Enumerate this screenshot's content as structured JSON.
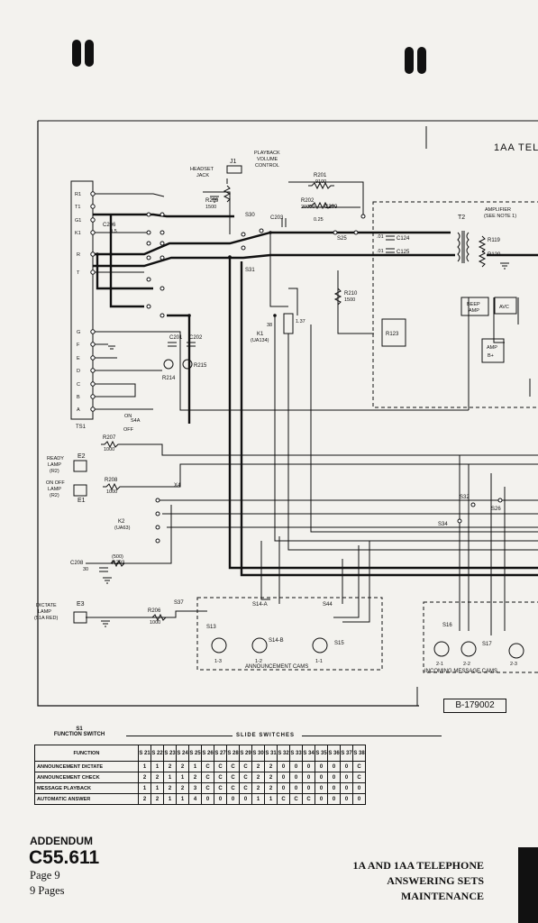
{
  "header": {
    "title": "1AA TEL"
  },
  "labels": {
    "headset_jack": [
      "HEADSET",
      "JACK"
    ],
    "playback_volume": [
      "PLAYBACK",
      "VOLUME",
      "CONTROL"
    ],
    "j1": "J1",
    "r209": "R209",
    "r209v": "1500",
    "r201": "R201",
    "r201v": "9100",
    "r202": "R202",
    "r202v": "20000",
    "c209": "C209",
    "c209v": "0.25",
    "c203": "C203",
    "s30": "S30",
    "s25": "S25",
    "s31": "S31",
    "r210": "R210",
    "r210v": "1500",
    "amplifier": [
      "AMPLIFIER",
      "(SEE NOTE 1)"
    ],
    "t2": "T2",
    "c124": "C124",
    "c125": "C125",
    "c124v": ".01",
    "c125v": ".01",
    "r119": "R119",
    "r120": "R120",
    "beep_amp": [
      "BEEP",
      "AMP"
    ],
    "avc": "AVC",
    "amp_bplus": [
      "AMP",
      "B+"
    ],
    "r123": "R123",
    "k1": "K1",
    "k1type": "(UA134)",
    "k1c": "1.37",
    "k1a": "38",
    "ts1": "TS1",
    "ts_terms": [
      "R1",
      "T1",
      "G1",
      "K1",
      "R",
      "T",
      "G",
      "F",
      "E",
      "D",
      "C",
      "B",
      "A"
    ],
    "c206": "C206",
    "c206v": "0.5",
    "c201": "C201",
    "c202": "C202",
    "r214": "R214",
    "r215": "R215",
    "s4a": "S4A",
    "on": "ON",
    "off": "OFF",
    "ready_lamp": [
      "READY",
      "LAMP",
      "(R2)"
    ],
    "e2": "E2",
    "r207": "R207",
    "r207v": "1000",
    "onoff_lamp": [
      "ON OFF",
      "LAMP",
      "(R2)"
    ],
    "e1": "E1",
    "r208": "R208",
    "r208v": "1000",
    "x4": "X4",
    "k2": "K2",
    "k2type": "(UA63)",
    "c208": "C208",
    "c208v": "30",
    "r203": "R203",
    "r203v": "(500)",
    "dictate_lamp": [
      "DICTATE",
      "LAMP",
      "(51A RED)"
    ],
    "e3": "E3",
    "r206": "R206",
    "r206v": "1000",
    "s37": "S37",
    "s13": "S13",
    "s14a": "S14-A",
    "s14b": "S14-B",
    "s44": "S44",
    "s15": "S15",
    "cam_a": [
      "1-3",
      "1-2",
      "1-1"
    ],
    "announcement_cams": "ANNOUNCEMENT CAMS",
    "s32": "S32",
    "s26": "S26",
    "s34": "S34",
    "s16": "S16",
    "s17": "S17",
    "cam_b": [
      "2-1",
      "2-2",
      "2-3"
    ],
    "incoming_cams": "INCOMING MESSAGE CAMS",
    "drawing_no": "B-179002"
  },
  "table": {
    "function_switch_label": [
      "S1",
      "FUNCTION SWITCH"
    ],
    "slide_switches_label": "SLIDE    SWITCHES",
    "column_header": "FUNCTION",
    "columns": [
      "S 21",
      "S 22",
      "S 23",
      "S 24",
      "S 25",
      "S 26",
      "S 27",
      "S 28",
      "S 29",
      "S 30",
      "S 31",
      "S 32",
      "S 33",
      "S 34",
      "S 35",
      "S 36",
      "S 37",
      "S 38"
    ],
    "rows": [
      {
        "name": "ANNOUNCEMENT DICTATE",
        "values": [
          "1",
          "1",
          "2",
          "2",
          "1",
          "C",
          "C",
          "C",
          "C",
          "2",
          "2",
          "0",
          "0",
          "0",
          "0",
          "0",
          "0",
          "C"
        ]
      },
      {
        "name": "ANNOUNCEMENT CHECK",
        "values": [
          "2",
          "2",
          "1",
          "1",
          "2",
          "C",
          "C",
          "C",
          "C",
          "2",
          "2",
          "0",
          "0",
          "0",
          "0",
          "0",
          "0",
          "C"
        ]
      },
      {
        "name": "MESSAGE PLAYBACK",
        "values": [
          "1",
          "1",
          "2",
          "2",
          "3",
          "C",
          "C",
          "C",
          "C",
          "2",
          "2",
          "0",
          "0",
          "0",
          "0",
          "0",
          "0",
          "0"
        ]
      },
      {
        "name": "AUTOMATIC ANSWER",
        "values": [
          "2",
          "2",
          "1",
          "1",
          "4",
          "0",
          "0",
          "0",
          "0",
          "1",
          "1",
          "C",
          "C",
          "C",
          "0",
          "0",
          "0",
          "0"
        ]
      }
    ]
  },
  "footer": {
    "addendum": "ADDENDUM",
    "doc": "C55.611",
    "page": "Page 9",
    "pages": "9 Pages",
    "title_lines": [
      "1A AND 1AA TELEPHONE",
      "ANSWERING SETS",
      "MAINTENANCE"
    ]
  }
}
